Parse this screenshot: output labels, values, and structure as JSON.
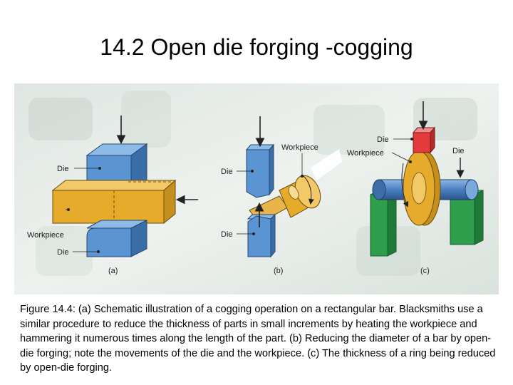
{
  "slide": {
    "title": "14.2 Open die forging -cogging"
  },
  "figure": {
    "labels": {
      "a_die_top": "Die",
      "a_workpiece": "Workpiece",
      "a_die_bottom": "Die",
      "a_panel": "(a)",
      "b_workpiece": "Workpiece",
      "b_die_top": "Die",
      "b_die_bottom": "Die",
      "b_panel": "(b)",
      "c_die_top": "Die",
      "c_workpiece": "Workpiece",
      "c_die_right": "Die",
      "c_panel": "(c)"
    },
    "colors": {
      "die_blue": "#4a86c8",
      "workpiece_gold": "#e6ab2b",
      "die_red": "#e23b3b",
      "support_green": "#2e9e4c",
      "background": "#e4ece8"
    }
  },
  "caption": {
    "text": "Figure 14.4: (a) Schematic illustration of a cogging operation on a rectangular bar. Blacksmiths use a similar procedure to reduce the thickness of parts in small increments by heating the workpiece and hammering it  numerous times along the length of the part. (b) Reducing the diameter of a bar by open-die forging; note the movements of the die and the workpiece. (c) The thickness of a ring being reduced by open-die forging."
  }
}
